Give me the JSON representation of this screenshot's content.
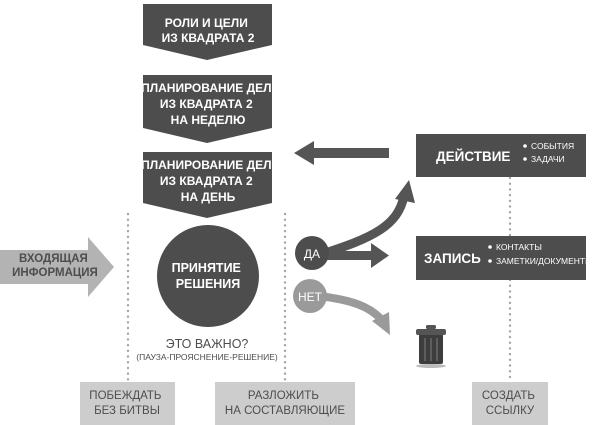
{
  "flow_steps": [
    {
      "lines": [
        "РОЛИ И ЦЕЛИ",
        "ИЗ КВАДРАТА 2"
      ]
    },
    {
      "lines": [
        "ПЛАНИРОВАНИЕ ДЕЛ",
        "ИЗ КВАДРАТА 2",
        "НА НЕДЕЛЮ"
      ]
    },
    {
      "lines": [
        "ПЛАНИРОВАНИЕ ДЕЛ",
        "ИЗ КВАДРАТА 2",
        "НА ДЕНЬ"
      ]
    }
  ],
  "incoming": {
    "lines": [
      "ВХОДЯЩАЯ",
      "ИНФОРМАЦИЯ"
    ]
  },
  "decision": {
    "lines": [
      "ПРИНЯТИЕ",
      "РЕШЕНИЯ"
    ],
    "question": "ЭТО ВАЖНО?",
    "hint": "(ПАУЗА-ПРОЯСНЕНИЕ-РЕШЕНИЕ)"
  },
  "answers": {
    "yes": "ДА",
    "no": "НЕТ"
  },
  "action": {
    "title": "ДЕЙСТВИЕ",
    "items": [
      "СОБЫТИЯ",
      "ЗАДАЧИ"
    ]
  },
  "record": {
    "title": "ЗАПИСЬ",
    "items": [
      "КОНТАКТЫ",
      "ЗАМЕТКИ/ДОКУМЕНТЫ"
    ]
  },
  "bottom_labels": [
    {
      "lines": [
        "ПОБЕЖДАТЬ",
        "БЕЗ БИТВЫ"
      ]
    },
    {
      "lines": [
        "РАЗЛОЖИТЬ",
        "НА СОСТАВЛЯЮЩИЕ"
      ]
    },
    {
      "lines": [
        "СОЗДАТЬ",
        "ССЫЛКУ"
      ]
    }
  ],
  "icons": {
    "discard": "trash-can-icon",
    "bullet": "bullet-dot-icon"
  },
  "colors": {
    "dark_box": "#4d4d4d",
    "light_box": "#cdcdcd",
    "arrow_light": "#b3b3b3",
    "arrow_dark": "#555555",
    "dotted": "#a6a6a6",
    "circle_no": "#9a9a9a",
    "text_light": "#ffffff",
    "text_dark": "#4d4d4d"
  }
}
